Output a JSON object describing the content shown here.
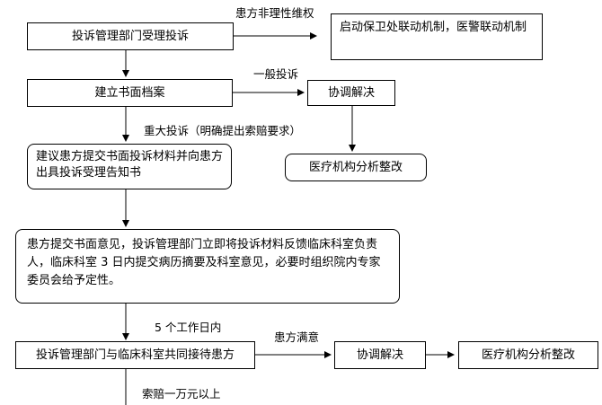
{
  "nodes": {
    "receive": "投诉管理部门受理投诉",
    "security": "启动保卫处联动机制，医警联动机制",
    "archive": "建立书面档案",
    "coordinate_1": "协调解决",
    "suggest": "建议患方提交书面投诉材料并向患方出具投诉受理告知书",
    "analysis_1": "医疗机构分析整改",
    "feedback": "患方提交书面意见，投诉管理部门立即将投诉材料反馈临床科室负责人，临床科室 3 日内提交病历摘要及科室意见，必要时组织院内专家委员会给予定性。",
    "joint_reception": "投诉管理部门与临床科室共同接待患方",
    "coordinate_2": "协调解决",
    "analysis_2": "医疗机构分析整改"
  },
  "edge_labels": {
    "irrational": "患方非理性维权",
    "general": "一般投诉",
    "major": "重大投诉（明确提出索赔要求）",
    "five_days": "5 个工作日内",
    "satisfied": "患方满意",
    "compensation": "索赔一万元以上"
  }
}
